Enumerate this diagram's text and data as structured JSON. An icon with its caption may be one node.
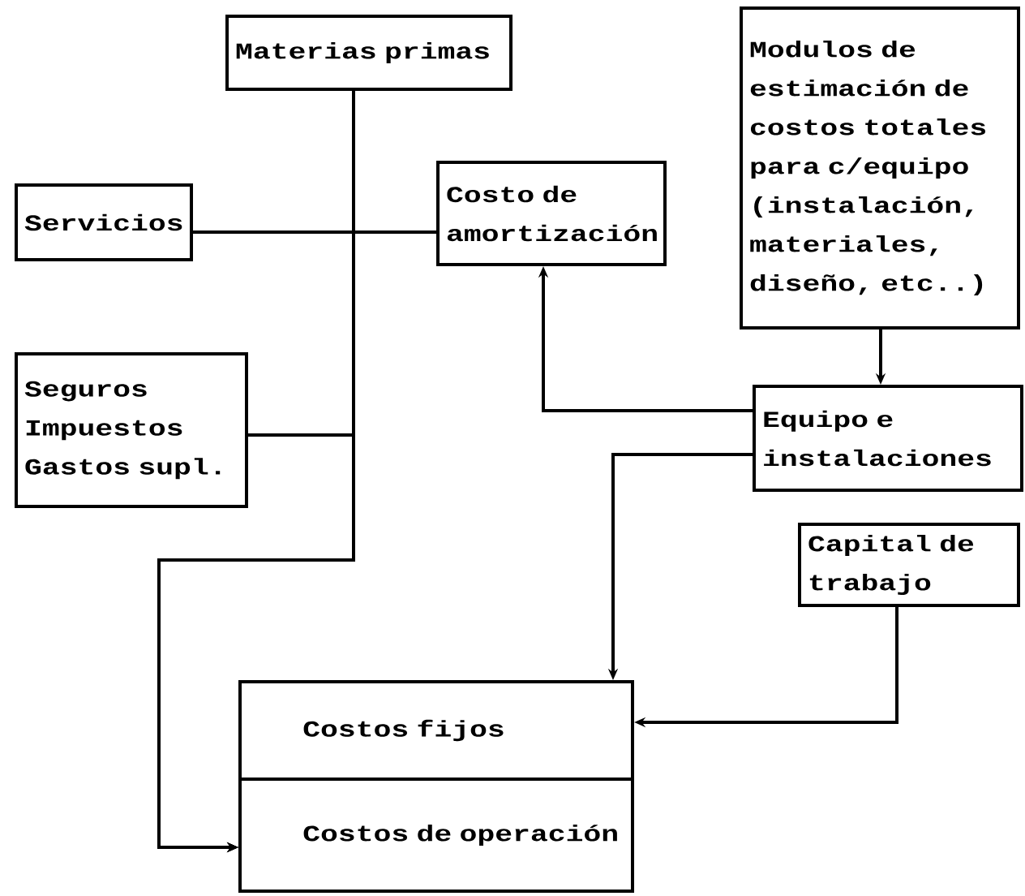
{
  "diagram": {
    "nodes": [
      {
        "text": [
          "Materias primas"
        ]
      },
      {
        "text": [
          "Servicios"
        ]
      },
      {
        "text": [
          "Costo de amortización"
        ]
      },
      {
        "text": [
          "Modulos de estimación de costos totales para c/equipo (instalación, materiales, diseño, etc..)"
        ]
      },
      {
        "text": [
          "Seguros Impuestos Gastos supl."
        ]
      },
      {
        "text": [
          "Equipo e instalaciones"
        ]
      },
      {
        "text": [
          "Capital de trabajo"
        ]
      },
      {
        "text": [
          "Costos fijos"
        ]
      },
      {
        "text": [
          "Costos de operación"
        ]
      }
    ],
    "edges": [
      {
        "from": 0,
        "to": 8,
        "arrow": "to"
      },
      {
        "from": 1,
        "to": 8,
        "arrow": "to"
      },
      {
        "from": 2,
        "to": 8,
        "arrow": "to"
      },
      {
        "from": 4,
        "to": 8,
        "arrow": "to"
      },
      {
        "from": 5,
        "to": 2,
        "arrow": "to"
      },
      {
        "from": 3,
        "to": 5,
        "arrow": "to"
      },
      {
        "from": 5,
        "to": 7,
        "arrow": "to"
      },
      {
        "from": 6,
        "to": 7,
        "arrow": "to"
      }
    ]
  }
}
